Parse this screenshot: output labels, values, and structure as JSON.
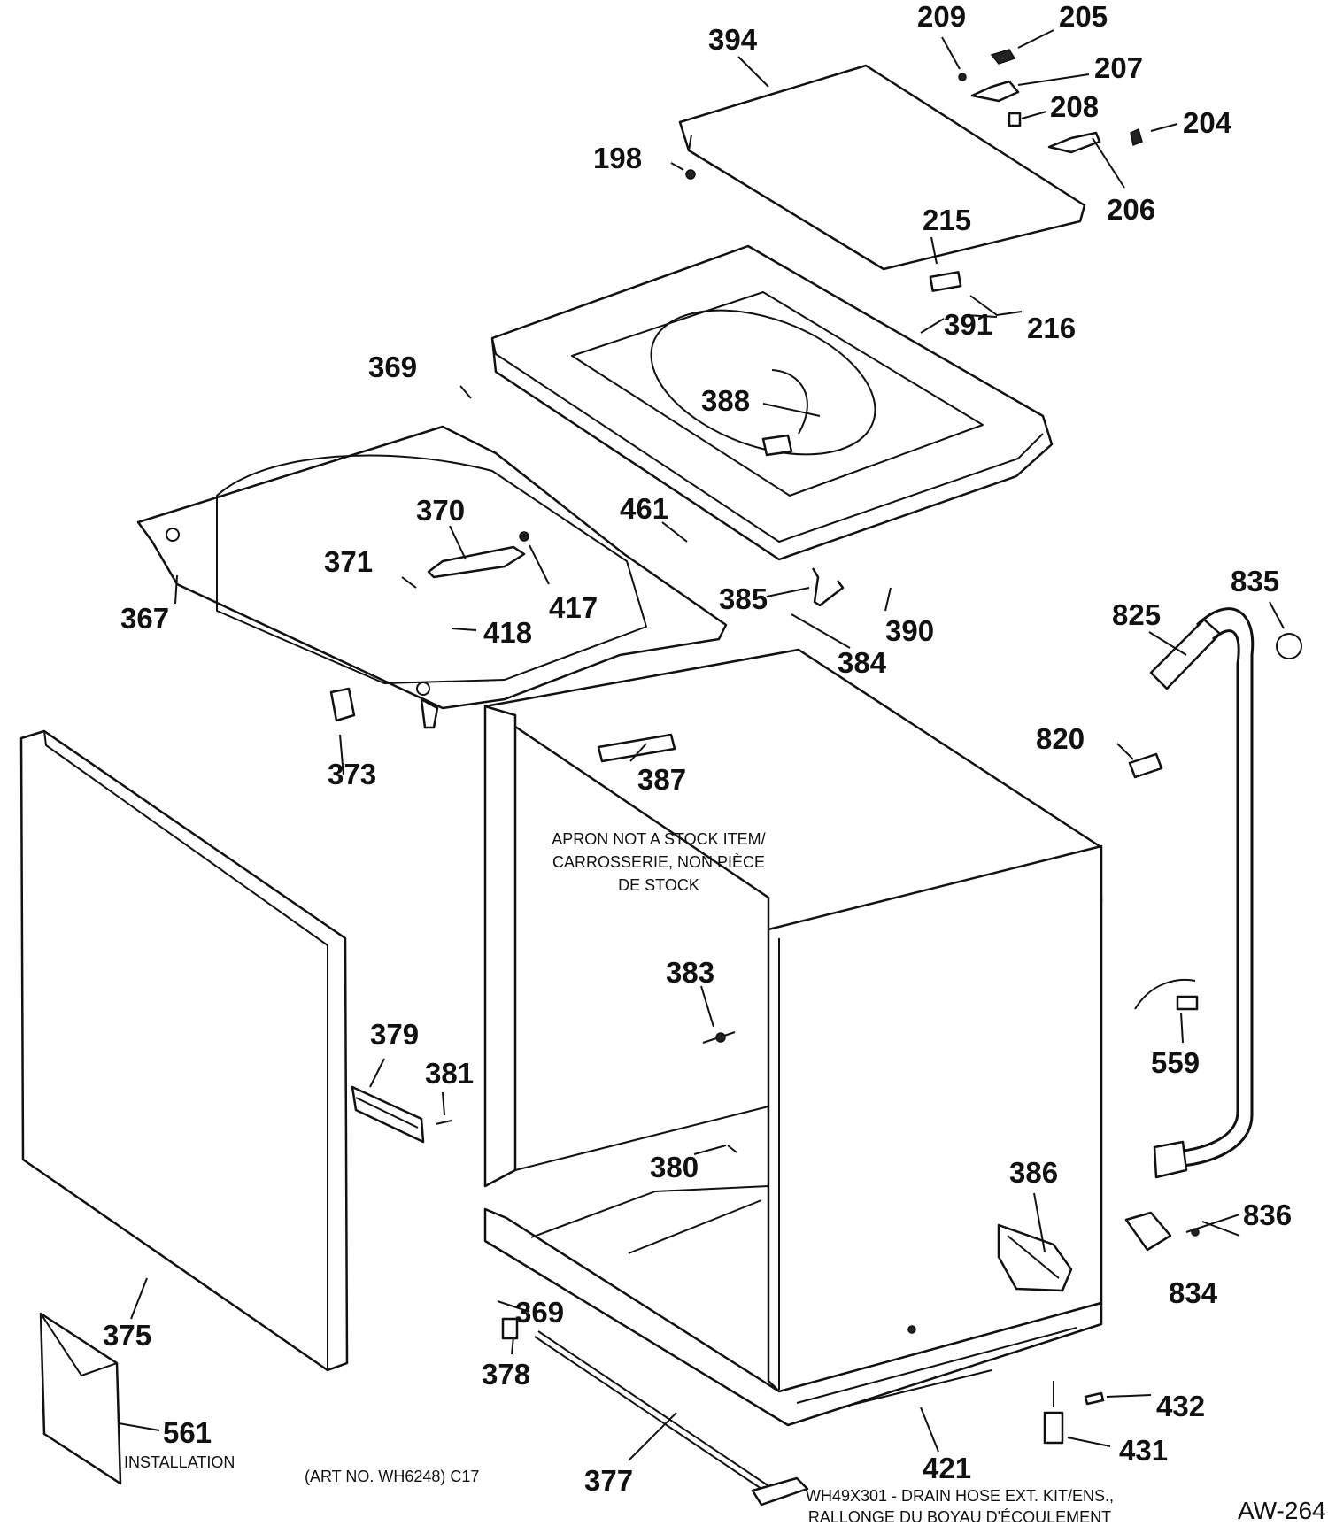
{
  "callouts": {
    "c394": "394",
    "c209": "209",
    "c205": "205",
    "c207": "207",
    "c208": "208",
    "c204": "204",
    "c206": "206",
    "c198": "198",
    "c215": "215",
    "c216": "216",
    "c391": "391",
    "c388": "388",
    "c369a": "369",
    "c370": "370",
    "c371": "371",
    "c417": "417",
    "c418": "418",
    "c367": "367",
    "c461": "461",
    "c385": "385",
    "c390": "390",
    "c384": "384",
    "c835": "835",
    "c825": "825",
    "c820": "820",
    "c373": "373",
    "c387": "387",
    "c383": "383",
    "c559": "559",
    "c379": "379",
    "c381": "381",
    "c380": "380",
    "c386": "386",
    "c836": "836",
    "c834": "834",
    "c375": "375",
    "c369b": "369",
    "c378": "378",
    "c432": "432",
    "c431": "431",
    "c421": "421",
    "c377": "377",
    "c561": "561"
  },
  "notes": {
    "apron_line1": "APRON NOT A STOCK ITEM/",
    "apron_line2": "CARROSSERIE, NON PIÈCE",
    "apron_line3": "DE STOCK",
    "installation": "INSTALLATION",
    "art_no": "(ART NO. WH6248) C17",
    "drain_kit_line1": "WH49X301 - DRAIN HOSE EXT. KIT/ENS.,",
    "drain_kit_line2": "RALLONGE DU BOYAU D'ÉCOULEMENT",
    "drawing_id": "AW-264"
  }
}
